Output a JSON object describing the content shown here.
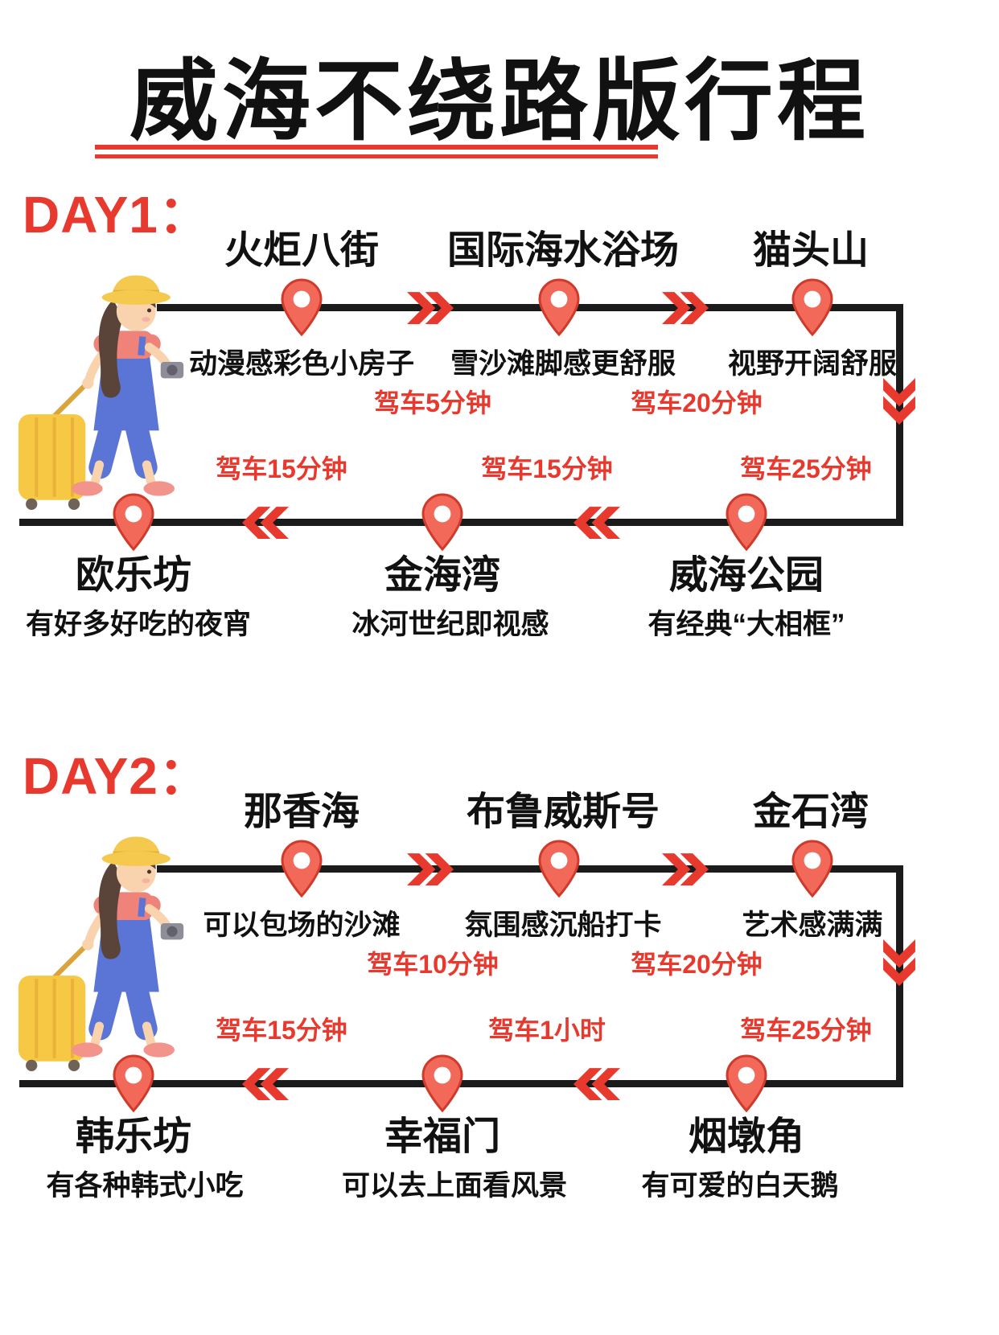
{
  "title": "威海不绕路版行程",
  "colors": {
    "accent_red": "#e8392e",
    "pin_coral": "#f2695a",
    "route_line": "#1b1b1b",
    "suitcase_yellow": "#f7c843",
    "overalls_blue": "#5b75d6",
    "background": "#ffffff"
  },
  "icons": {
    "stop_marker": "location-pin-icon",
    "forward": "chevron-right-icon",
    "back": "chevron-left-icon",
    "turn_down": "chevron-down-icon",
    "mascot": "traveler-with-suitcase-illustration"
  },
  "days": [
    {
      "label": "DAY1：",
      "top_stops": [
        {
          "name": "火炬八街",
          "desc": "动漫感彩色小房子"
        },
        {
          "name": "国际海水浴场",
          "desc": "雪沙滩脚感更舒服"
        },
        {
          "name": "猫头山",
          "desc": "视野开阔舒服"
        }
      ],
      "top_times": [
        "驾车5分钟",
        "驾车20分钟"
      ],
      "bottom_times": [
        "驾车15分钟",
        "驾车15分钟",
        "驾车25分钟"
      ],
      "bottom_stops": [
        {
          "name": "欧乐坊",
          "desc": "有好多好吃的夜宵"
        },
        {
          "name": "金海湾",
          "desc": "冰河世纪即视感"
        },
        {
          "name": "威海公园",
          "desc": "有经典“大相框”"
        }
      ]
    },
    {
      "label": "DAY2：",
      "top_stops": [
        {
          "name": "那香海",
          "desc": "可以包场的沙滩"
        },
        {
          "name": "布鲁威斯号",
          "desc": "氛围感沉船打卡"
        },
        {
          "name": "金石湾",
          "desc": "艺术感满满"
        }
      ],
      "top_times": [
        "驾车10分钟",
        "驾车20分钟"
      ],
      "bottom_times": [
        "驾车15分钟",
        "驾车1小时",
        "驾车25分钟"
      ],
      "bottom_stops": [
        {
          "name": "韩乐坊",
          "desc": "有各种韩式小吃"
        },
        {
          "name": "幸福门",
          "desc": "可以去上面看风景"
        },
        {
          "name": "烟墩角",
          "desc": "有可爱的白天鹅"
        }
      ]
    }
  ]
}
